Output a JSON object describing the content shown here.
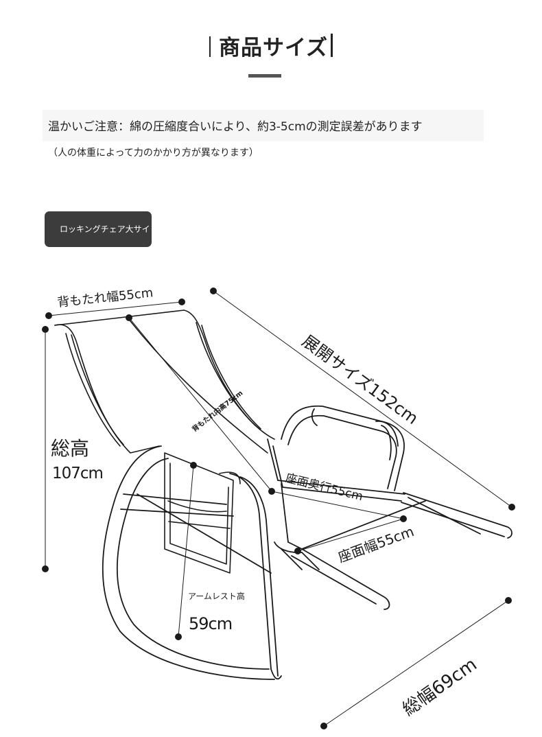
{
  "header": {
    "title": "商品サイズ"
  },
  "notice": {
    "text": "温かいご注意：綿の圧縮度合いにより、約3-5cmの測定誤差があります",
    "sub": "（人の体重によって力のかかり方が異なります）"
  },
  "tag": {
    "label": "ロッキングチェア大サイ"
  },
  "dimensions": {
    "back_width": "背もたれ幅55cm",
    "back_height": "背もたれ内高75cm",
    "total_height_label": "総高",
    "total_height_value": "107cm",
    "unfolded": "展開サイズ152cm",
    "seat_depth": "座面奥行55cm",
    "seat_width": "座面幅55cm",
    "armrest_label": "アームレスト高",
    "armrest_value": "59cm",
    "total_width": "総幅69cm"
  },
  "colors": {
    "line": "#1a1a1a",
    "title_underline": "#555555",
    "tag_bg": "#3c3c3c",
    "notice_bg": "#f6f6f6"
  }
}
